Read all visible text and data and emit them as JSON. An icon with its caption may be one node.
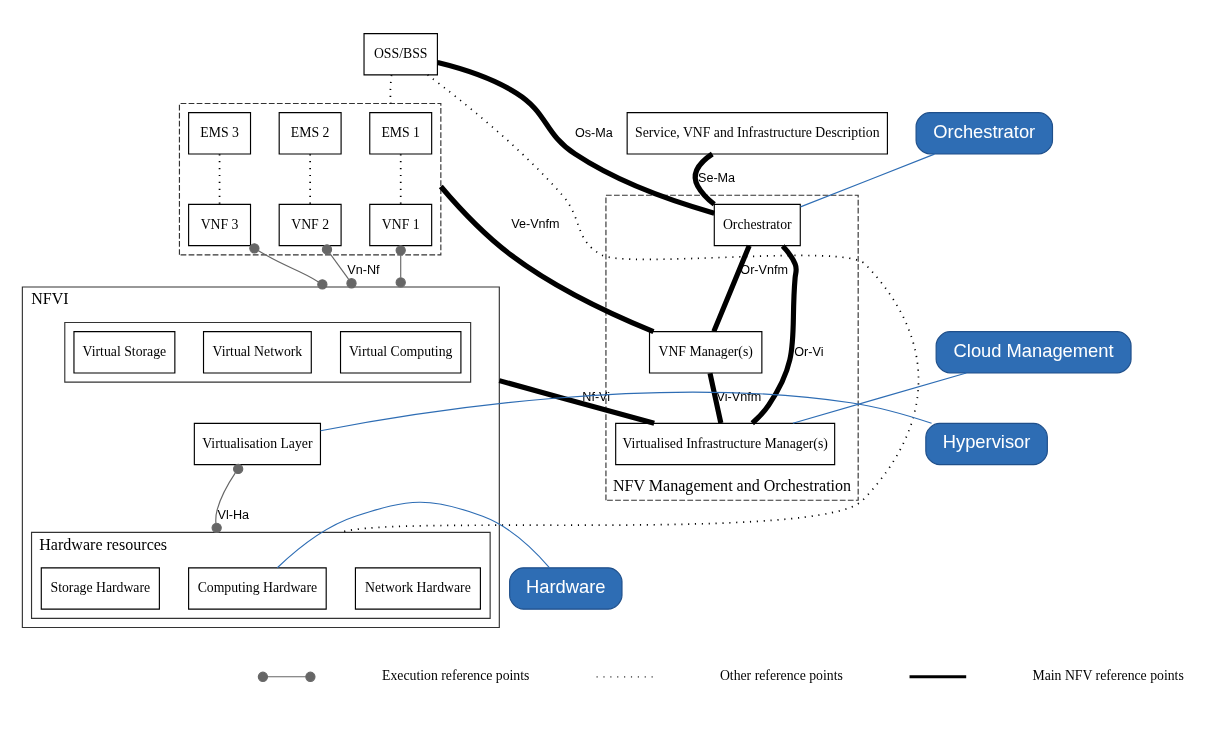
{
  "diagram": {
    "nodes": [
      {
        "text": [
          "OSS/BSS"
        ]
      },
      {
        "text": [
          "Service, VNF and Infrastructure Description"
        ]
      },
      {
        "text": [],
        "shape": "box"
      },
      {
        "text": [
          "EMS 1"
        ],
        "in": 2
      },
      {
        "text": [
          "EMS 2"
        ],
        "in": 2
      },
      {
        "text": [
          "EMS 3"
        ],
        "in": 2
      },
      {
        "text": [
          "VNF 1"
        ],
        "in": 2
      },
      {
        "text": [
          "VNF 2"
        ],
        "in": 2
      },
      {
        "text": [
          "VNF 3"
        ],
        "in": 2
      },
      {
        "text": [
          "NFVI"
        ]
      },
      {
        "text": [],
        "shape": "box",
        "in": 9
      },
      {
        "text": [
          "Virtual Computing"
        ],
        "in": 10
      },
      {
        "text": [
          "Virtual Storage"
        ],
        "in": 10
      },
      {
        "text": [
          "Virtual Network"
        ],
        "in": 10
      },
      {
        "text": [
          "Virtualisation Layer"
        ],
        "in": 9
      },
      {
        "text": [
          "Hardware resources"
        ],
        "in": 9
      },
      {
        "text": [
          "Computing Hardware"
        ],
        "in": 15
      },
      {
        "text": [
          "Storage Hardware"
        ],
        "in": 15
      },
      {
        "text": [
          "Network Hardware"
        ],
        "in": 15
      },
      {
        "text": [
          "NFV Management and Orchestration"
        ]
      },
      {
        "text": [
          "Orchestrator"
        ],
        "in": 19
      },
      {
        "text": [
          "VNF Manager(s)"
        ],
        "in": 19
      },
      {
        "text": [
          "Virtualised Infrastructure Manager(s)"
        ],
        "in": 19
      },
      {
        "text": [
          "Orchestrator"
        ]
      },
      {
        "text": [
          "Hypervisor"
        ]
      },
      {
        "text": [
          "Hardware"
        ]
      },
      {
        "text": [
          "Cloud Management"
        ]
      }
    ],
    "edges": [
      {
        "from": 0,
        "to": 20,
        "arrow": "none",
        "label": "Os-Ma",
        "style": "thick"
      },
      {
        "from": 1,
        "to": 20,
        "arrow": "none",
        "label": "Se-Ma",
        "style": "thick"
      },
      {
        "from": 0,
        "to": 2,
        "arrow": "none",
        "style": "dashed"
      },
      {
        "from": 3,
        "to": 6,
        "arrow": "none",
        "style": "dashed"
      },
      {
        "from": 4,
        "to": 7,
        "arrow": "none",
        "style": "dashed"
      },
      {
        "from": 5,
        "to": 8,
        "arrow": "none",
        "style": "dashed"
      },
      {
        "from": 0,
        "to": 15,
        "arrow": "none",
        "style": "dashed"
      },
      {
        "from": 6,
        "to": 9,
        "arrow": "other",
        "color": "#666666"
      },
      {
        "from": 7,
        "to": 9,
        "arrow": "other",
        "label": "Vn-Nf",
        "color": "#666666"
      },
      {
        "from": 8,
        "to": 9,
        "arrow": "other",
        "color": "#666666"
      },
      {
        "from": 14,
        "to": 15,
        "arrow": "other",
        "label": "Vl-Ha",
        "color": "#666666"
      },
      {
        "from": 2,
        "to": 21,
        "arrow": "none",
        "label": "Ve-Vnfm",
        "style": "thick"
      },
      {
        "from": 20,
        "to": 21,
        "arrow": "none",
        "label": "Or-Vnfm",
        "style": "thick"
      },
      {
        "from": 21,
        "to": 22,
        "arrow": "none",
        "label": "Vi-Vnfm",
        "style": "thick"
      },
      {
        "from": 20,
        "to": 22,
        "arrow": "none",
        "label": "Or-Vi",
        "style": "thick"
      },
      {
        "from": 9,
        "to": 22,
        "arrow": "none",
        "label": "Nf-Vi",
        "style": "thick"
      },
      {
        "from": 23,
        "to": 20,
        "arrow": "none",
        "color": "#2e6db4"
      },
      {
        "from": 24,
        "to": 14,
        "arrow": "none",
        "color": "#2e6db4"
      },
      {
        "from": 25,
        "to": 16,
        "arrow": "none",
        "color": "#2e6db4"
      },
      {
        "from": 26,
        "to": 22,
        "arrow": "none",
        "color": "#2e6db4"
      }
    ],
    "legend": [
      {
        "text": "Execution reference points"
      },
      {
        "text": "Other reference points"
      },
      {
        "text": "Main NFV reference points"
      }
    ]
  }
}
